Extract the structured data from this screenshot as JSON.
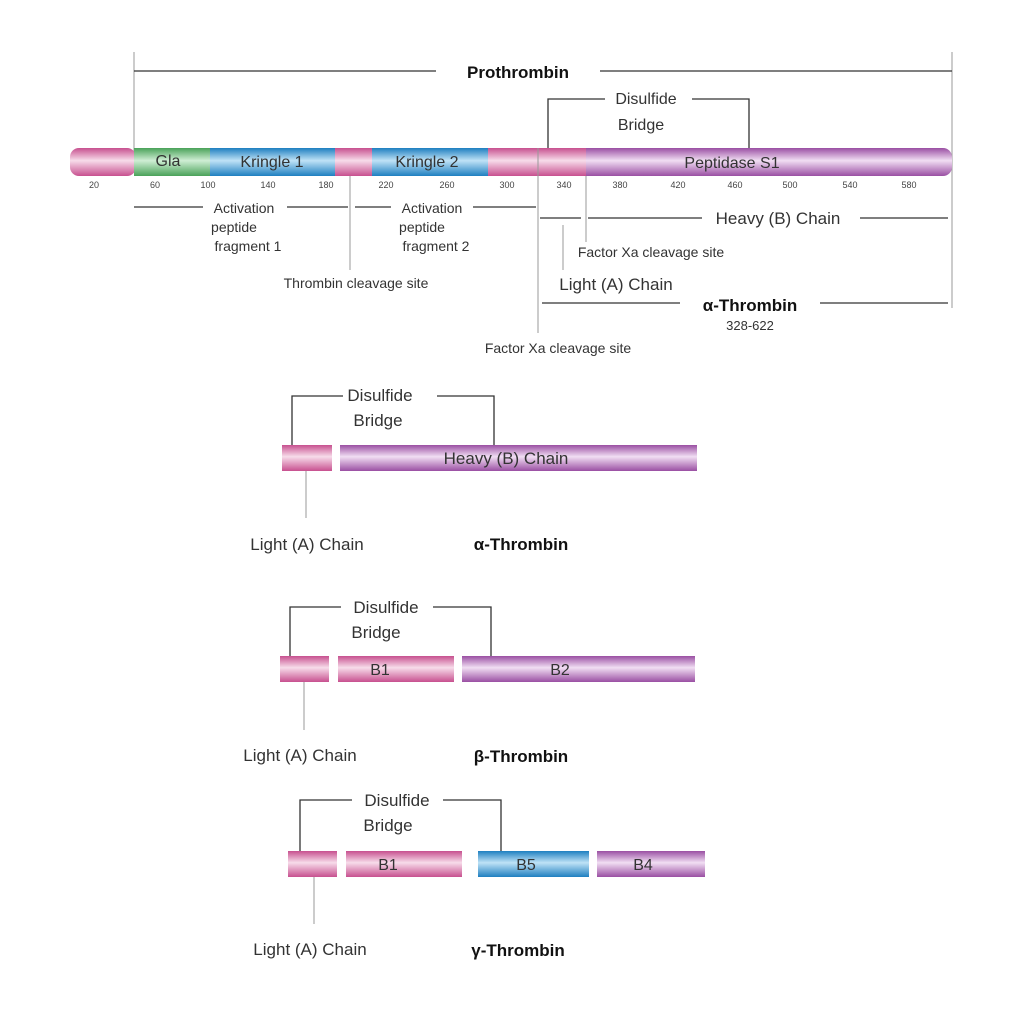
{
  "prothrombin": {
    "title": "Prothrombin",
    "domains": {
      "gla": "Gla",
      "kringle1": "Kringle 1",
      "kringle2": "Kringle 2",
      "peptidase": "Peptidase S1"
    },
    "ticks": [
      "20",
      "60",
      "100",
      "140",
      "180",
      "220",
      "260",
      "300",
      "340",
      "380",
      "420",
      "460",
      "500",
      "540",
      "580"
    ],
    "disulfide_line1": "Disulfide",
    "disulfide_line2": "Bridge",
    "activation1": [
      "Activation",
      "peptide",
      "fragment 1"
    ],
    "activation2": [
      "Activation",
      "peptide",
      "fragment 2"
    ],
    "heavy_chain": "Heavy (B) Chain",
    "factor_xa_1": "Factor Xa cleavage site",
    "thrombin_cleavage": "Thrombin cleavage site",
    "light_chain": "Light (A) Chain",
    "alpha_thrombin": "α-Thrombin",
    "alpha_range": "328-622",
    "factor_xa_2": "Factor Xa cleavage site"
  },
  "alpha": {
    "disulfide_line1": "Disulfide",
    "disulfide_line2": "Bridge",
    "heavy_chain": "Heavy (B) Chain",
    "light_chain": "Light (A) Chain",
    "name": "α-Thrombin"
  },
  "beta": {
    "disulfide_line1": "Disulfide",
    "disulfide_line2": "Bridge",
    "b1": "B1",
    "b2": "B2",
    "light_chain": "Light (A) Chain",
    "name": "β-Thrombin"
  },
  "gamma": {
    "disulfide_line1": "Disulfide",
    "disulfide_line2": "Bridge",
    "b1": "B1",
    "b5": "B5",
    "b4": "B4",
    "light_chain": "Light (A) Chain",
    "name": "γ-Thrombin"
  },
  "colors": {
    "pink": "#cf5f9f",
    "violet": "#a463ac",
    "green": "#5fb26b",
    "blue": "#2f92cf"
  }
}
